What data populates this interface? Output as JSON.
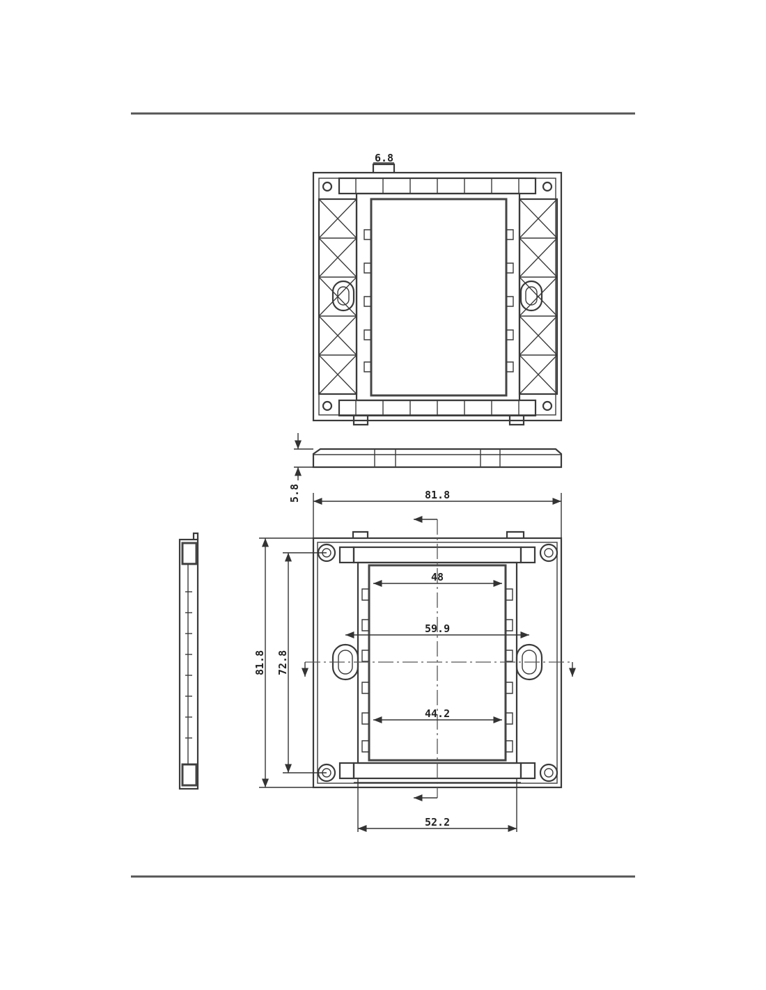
{
  "colors": {
    "line": "#3a3a3a",
    "rule": "#555555",
    "background": "#ffffff"
  },
  "dimensions": {
    "top_tab": "6.8",
    "thickness": "5.8",
    "overall_width": "81.8",
    "overall_height": "81.8",
    "inner_height": "72.8",
    "opening_top": "48",
    "hole_spacing": "59.9",
    "opening_bottom": "44.2",
    "base_width": "52.2"
  }
}
